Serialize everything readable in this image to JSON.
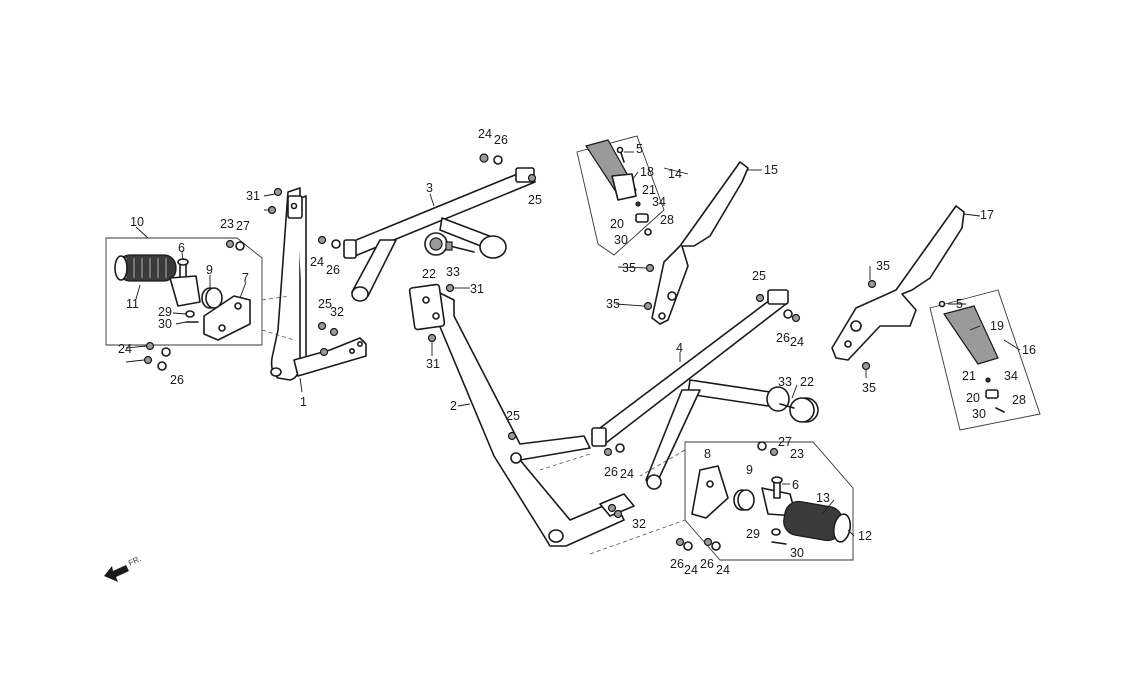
{
  "diagram": {
    "callouts": {
      "c1": "1",
      "c2": "2",
      "c3": "3",
      "c4": "4",
      "c5a": "5",
      "c5b": "5",
      "c6a": "6",
      "c6b": "6",
      "c7": "7",
      "c8": "8",
      "c9a": "9",
      "c9b": "9",
      "c10": "10",
      "c11": "11",
      "c12": "12",
      "c13": "13",
      "c14": "14",
      "c15": "15",
      "c16": "16",
      "c17": "17",
      "c18": "18",
      "c19": "19",
      "c20a": "20",
      "c20b": "20",
      "c21a": "21",
      "c21b": "21",
      "c22a": "22",
      "c22b": "22",
      "c23a": "23",
      "c23b": "23",
      "c24a": "24",
      "c24b": "24",
      "c24c": "24",
      "c24d": "24",
      "c24e": "24",
      "c24f": "24",
      "c25a": "25",
      "c25b": "25",
      "c25c": "25",
      "c25d": "25",
      "c26a": "26",
      "c26b": "26",
      "c26c": "26",
      "c26d": "26",
      "c26e": "26",
      "c26f": "26",
      "c26g": "26",
      "c27a": "27",
      "c27b": "27",
      "c28a": "28",
      "c28b": "28",
      "c29a": "29",
      "c29b": "29",
      "c30a": "30",
      "c30b": "30",
      "c30c": "30",
      "c30d": "30",
      "c31a": "31",
      "c31b": "31",
      "c31c": "31",
      "c32a": "32",
      "c32b": "32",
      "c33a": "33",
      "c33b": "33",
      "c34a": "34",
      "c34b": "34",
      "c35a": "35",
      "c35b": "35",
      "c35c": "35",
      "c35d": "35"
    },
    "direction_label": "FR.",
    "icons": [
      "front-direction-arrow-icon"
    ]
  }
}
